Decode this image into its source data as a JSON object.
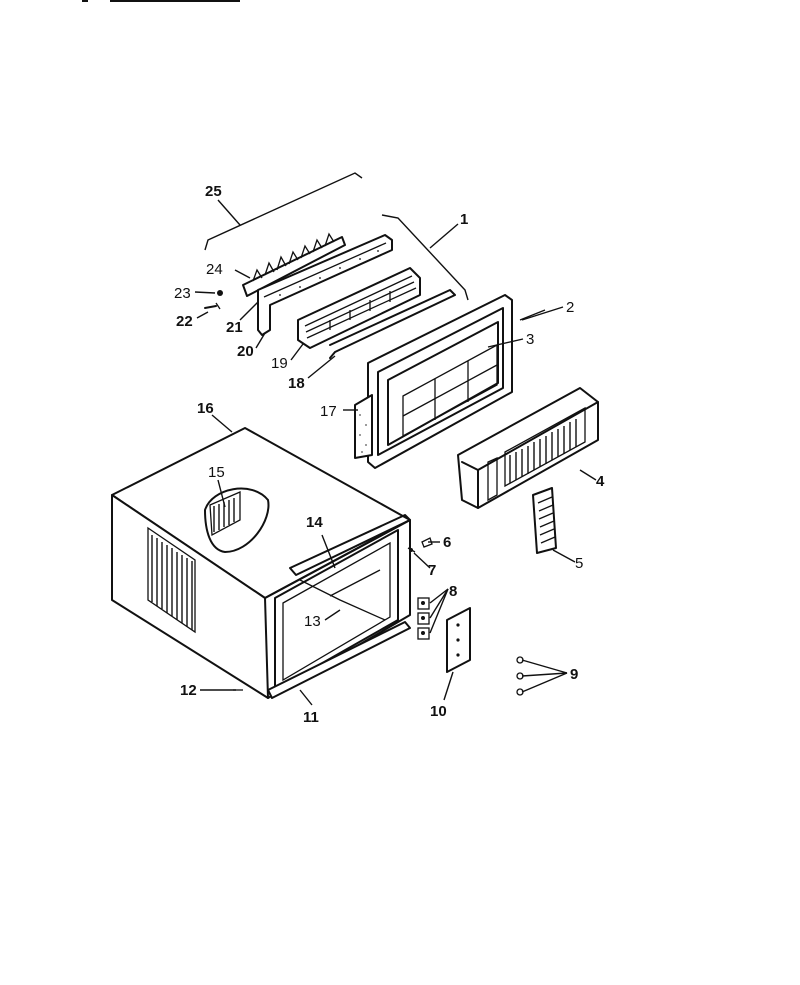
{
  "diagram": {
    "callouts": [
      {
        "id": "c1",
        "text": "1"
      },
      {
        "id": "c2",
        "text": "2"
      },
      {
        "id": "c3",
        "text": "3"
      },
      {
        "id": "c4",
        "text": "4"
      },
      {
        "id": "c5",
        "text": "5"
      },
      {
        "id": "c6",
        "text": "6"
      },
      {
        "id": "c7",
        "text": "7"
      },
      {
        "id": "c8",
        "text": "8"
      },
      {
        "id": "c9",
        "text": "9"
      },
      {
        "id": "c10",
        "text": "10"
      },
      {
        "id": "c11",
        "text": "11"
      },
      {
        "id": "c12",
        "text": "12"
      },
      {
        "id": "c13",
        "text": "13"
      },
      {
        "id": "c14",
        "text": "14"
      },
      {
        "id": "c15",
        "text": "15"
      },
      {
        "id": "c16",
        "text": "16"
      },
      {
        "id": "c17",
        "text": "17"
      },
      {
        "id": "c18",
        "text": "18"
      },
      {
        "id": "c19",
        "text": "19"
      },
      {
        "id": "c20",
        "text": "20"
      },
      {
        "id": "c21",
        "text": "21"
      },
      {
        "id": "c22",
        "text": "22"
      },
      {
        "id": "c23",
        "text": "23"
      },
      {
        "id": "c24",
        "text": "24"
      },
      {
        "id": "c25",
        "text": "25"
      }
    ]
  }
}
